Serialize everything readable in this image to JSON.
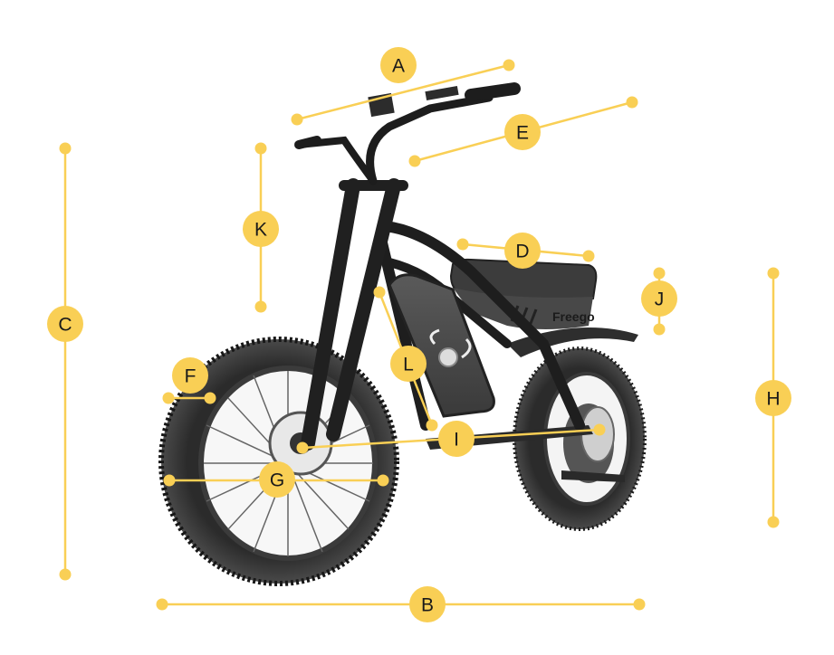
{
  "diagram": {
    "subject": "Electric fat-tire bike dimension diagram",
    "brand_text": "Freego",
    "marker_color": "#F9CF55",
    "label_color": "#1a1a1a",
    "markers": [
      {
        "id": "A",
        "label": "A",
        "badge": [
          440,
          72
        ],
        "line": [
          [
            328,
            132
          ],
          [
            562,
            72
          ]
        ]
      },
      {
        "id": "B",
        "label": "B",
        "badge": [
          472,
          668
        ],
        "line": [
          [
            179,
            668
          ],
          [
            706,
            668
          ]
        ]
      },
      {
        "id": "C",
        "label": "C",
        "badge": [
          72,
          358
        ],
        "line": [
          [
            72,
            164
          ],
          [
            72,
            635
          ]
        ]
      },
      {
        "id": "D",
        "label": "D",
        "badge": [
          577,
          277
        ],
        "line": [
          [
            511,
            270
          ],
          [
            650,
            283
          ]
        ]
      },
      {
        "id": "E",
        "label": "E",
        "badge": [
          577,
          146
        ],
        "line": [
          [
            458,
            178
          ],
          [
            698,
            113
          ]
        ]
      },
      {
        "id": "F",
        "label": "F",
        "badge": [
          210,
          415
        ],
        "line": [
          [
            186,
            440
          ],
          [
            232,
            440
          ]
        ]
      },
      {
        "id": "G",
        "label": "G",
        "badge": [
          306,
          530
        ],
        "line": [
          [
            187,
            531
          ],
          [
            423,
            531
          ]
        ]
      },
      {
        "id": "H",
        "label": "H",
        "badge": [
          854,
          440
        ],
        "line": [
          [
            854,
            302
          ],
          [
            854,
            577
          ]
        ]
      },
      {
        "id": "I",
        "label": "I",
        "badge": [
          504,
          485
        ],
        "line": [
          [
            334,
            495
          ],
          [
            662,
            475
          ]
        ]
      },
      {
        "id": "J",
        "label": "J",
        "badge": [
          728,
          330
        ],
        "line": [
          [
            728,
            302
          ],
          [
            728,
            364
          ]
        ]
      },
      {
        "id": "K",
        "label": "K",
        "badge": [
          288,
          253
        ],
        "line": [
          [
            288,
            164
          ],
          [
            288,
            339
          ]
        ]
      },
      {
        "id": "L",
        "label": "L",
        "badge": [
          451,
          402
        ],
        "line": [
          [
            419,
            323
          ],
          [
            477,
            470
          ]
        ]
      }
    ]
  }
}
